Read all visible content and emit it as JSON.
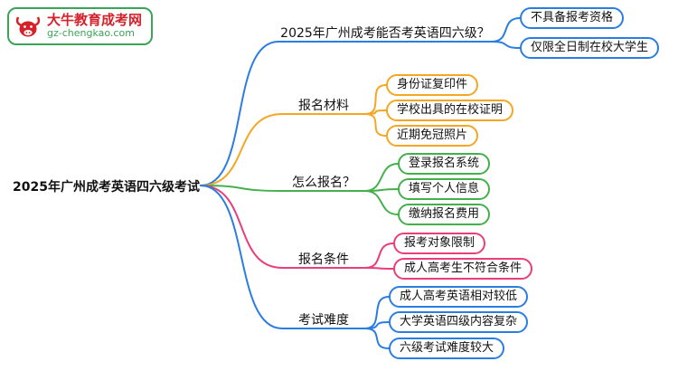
{
  "logo": {
    "title": "大牛教育成考网",
    "url": "gz-chengkao.com",
    "red": "#d5222a",
    "green": "#3aa557"
  },
  "root": {
    "label": "2025年广州成考英语四六级考试"
  },
  "branches": [
    {
      "label": "2025年广州成考能否考英语四六级？",
      "color": "#2a7de1",
      "children": [
        "不具备报考资格",
        "仅限全日制在校大学生"
      ]
    },
    {
      "label": "报名材料",
      "color": "#f5a623",
      "children": [
        "身份证复印件",
        "学校出具的在校证明",
        "近期免冠照片"
      ]
    },
    {
      "label": "怎么报名？",
      "color": "#44b04c",
      "children": [
        "登录报名系统",
        "填写个人信息",
        "缴纳报名费用"
      ]
    },
    {
      "label": "报名条件",
      "color": "#ea3e7b",
      "children": [
        "报考对象限制",
        "成人高考生不符合条件"
      ]
    },
    {
      "label": "考试难度",
      "color": "#2a7de1",
      "children": [
        "成人高考英语相对较低",
        "大学英语四级内容复杂",
        "六级考试难度较大"
      ]
    }
  ]
}
